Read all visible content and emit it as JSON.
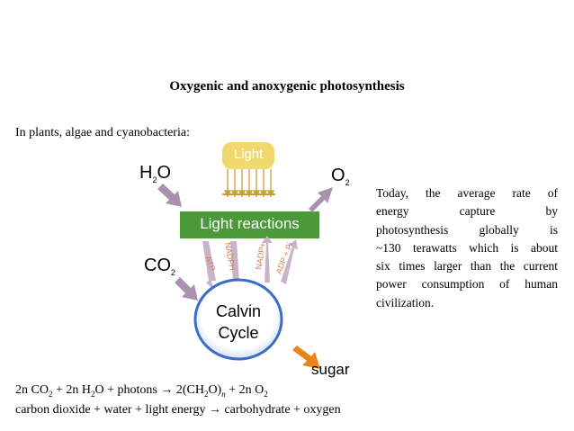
{
  "slide": {
    "title": "Oxygenic and anoxygenic photosynthesis",
    "intro": "In plants, algae and cyanobacteria:"
  },
  "diagram": {
    "light": "Light",
    "h2o": {
      "main": "H",
      "sub": "2",
      "end": "O"
    },
    "o2": {
      "main": "O",
      "sub": "2"
    },
    "light_reactions": "Light reactions",
    "co2": {
      "main": "CO",
      "sub": "2"
    },
    "calvin_line1": "Calvin",
    "calvin_line2": "Cycle",
    "sugar": "sugar",
    "arrow_labels": [
      "ATP",
      "NADPH",
      "NADP+",
      "ADP + Pi"
    ]
  },
  "side_text": {
    "lines": [
      "Today, the average rate of",
      "energy capture by",
      "photosynthesis globally is",
      "~130 terawatts which is about",
      "six times larger than the current",
      "power consumption of human",
      "civilization."
    ]
  },
  "equation": {
    "line1": {
      "p1": "2n CO",
      "s1": "2",
      "p2": " + 2n H",
      "s2": "2",
      "p3": "O + photons → 2(CH",
      "s3": "2",
      "p4": "O)",
      "s4": "n",
      "p5": " + 2n O",
      "s5": "2"
    },
    "line2": "carbon dioxide + water + light energy → carbohydrate + oxygen"
  },
  "colors": {
    "light_box": "#f2d96f",
    "light_rays": "#c8a030",
    "reactions_box": "#4a9a3a",
    "input_arrow": "#a892b0",
    "sugar_arrow": "#e8841a",
    "label_orange": "#d87a4a",
    "calvin_border": "#3a6cc8"
  }
}
